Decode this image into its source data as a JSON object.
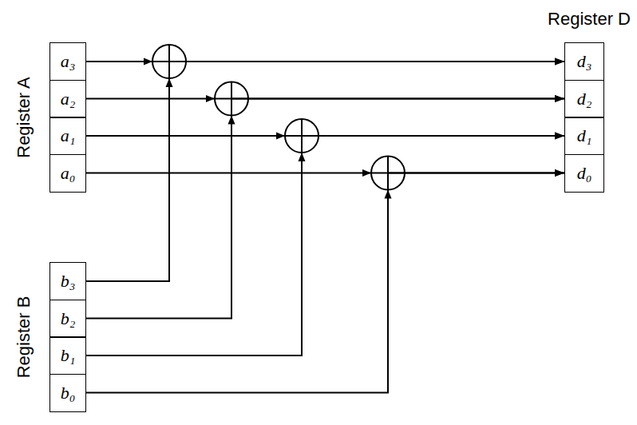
{
  "diagram": {
    "nodes": [
      {
        "text": [
          "Register A"
        ]
      },
      {
        "text": [
          "a₃"
        ],
        "in": 0
      },
      {
        "text": [
          "a₂"
        ],
        "in": 0
      },
      {
        "text": [
          "a₁"
        ],
        "in": 0
      },
      {
        "text": [
          "a₀"
        ],
        "in": 0
      },
      {
        "text": [
          "Register B"
        ]
      },
      {
        "text": [
          "b₃"
        ],
        "in": 5
      },
      {
        "text": [
          "b₂"
        ],
        "in": 5
      },
      {
        "text": [
          "b₁"
        ],
        "in": 5
      },
      {
        "text": [
          "b₀"
        ],
        "in": 5
      },
      {
        "text": [
          "Register D"
        ]
      },
      {
        "text": [
          "d₃"
        ],
        "in": 10
      },
      {
        "text": [
          "d₂"
        ],
        "in": 10
      },
      {
        "text": [
          "d₁"
        ],
        "in": 10
      },
      {
        "text": [
          "d₀"
        ],
        "in": 10
      }
    ],
    "edges": [
      {
        "from": 1,
        "to": 11,
        "arrow": "to"
      },
      {
        "from": 2,
        "to": 12,
        "arrow": "to"
      },
      {
        "from": 3,
        "to": 13,
        "arrow": "to"
      },
      {
        "from": 4,
        "to": 14,
        "arrow": "to"
      },
      {
        "from": 6,
        "to": 11,
        "arrow": "to"
      },
      {
        "from": 7,
        "to": 12,
        "arrow": "to"
      },
      {
        "from": 8,
        "to": 13,
        "arrow": "to"
      },
      {
        "from": 9,
        "to": 14,
        "arrow": "to"
      }
    ]
  }
}
